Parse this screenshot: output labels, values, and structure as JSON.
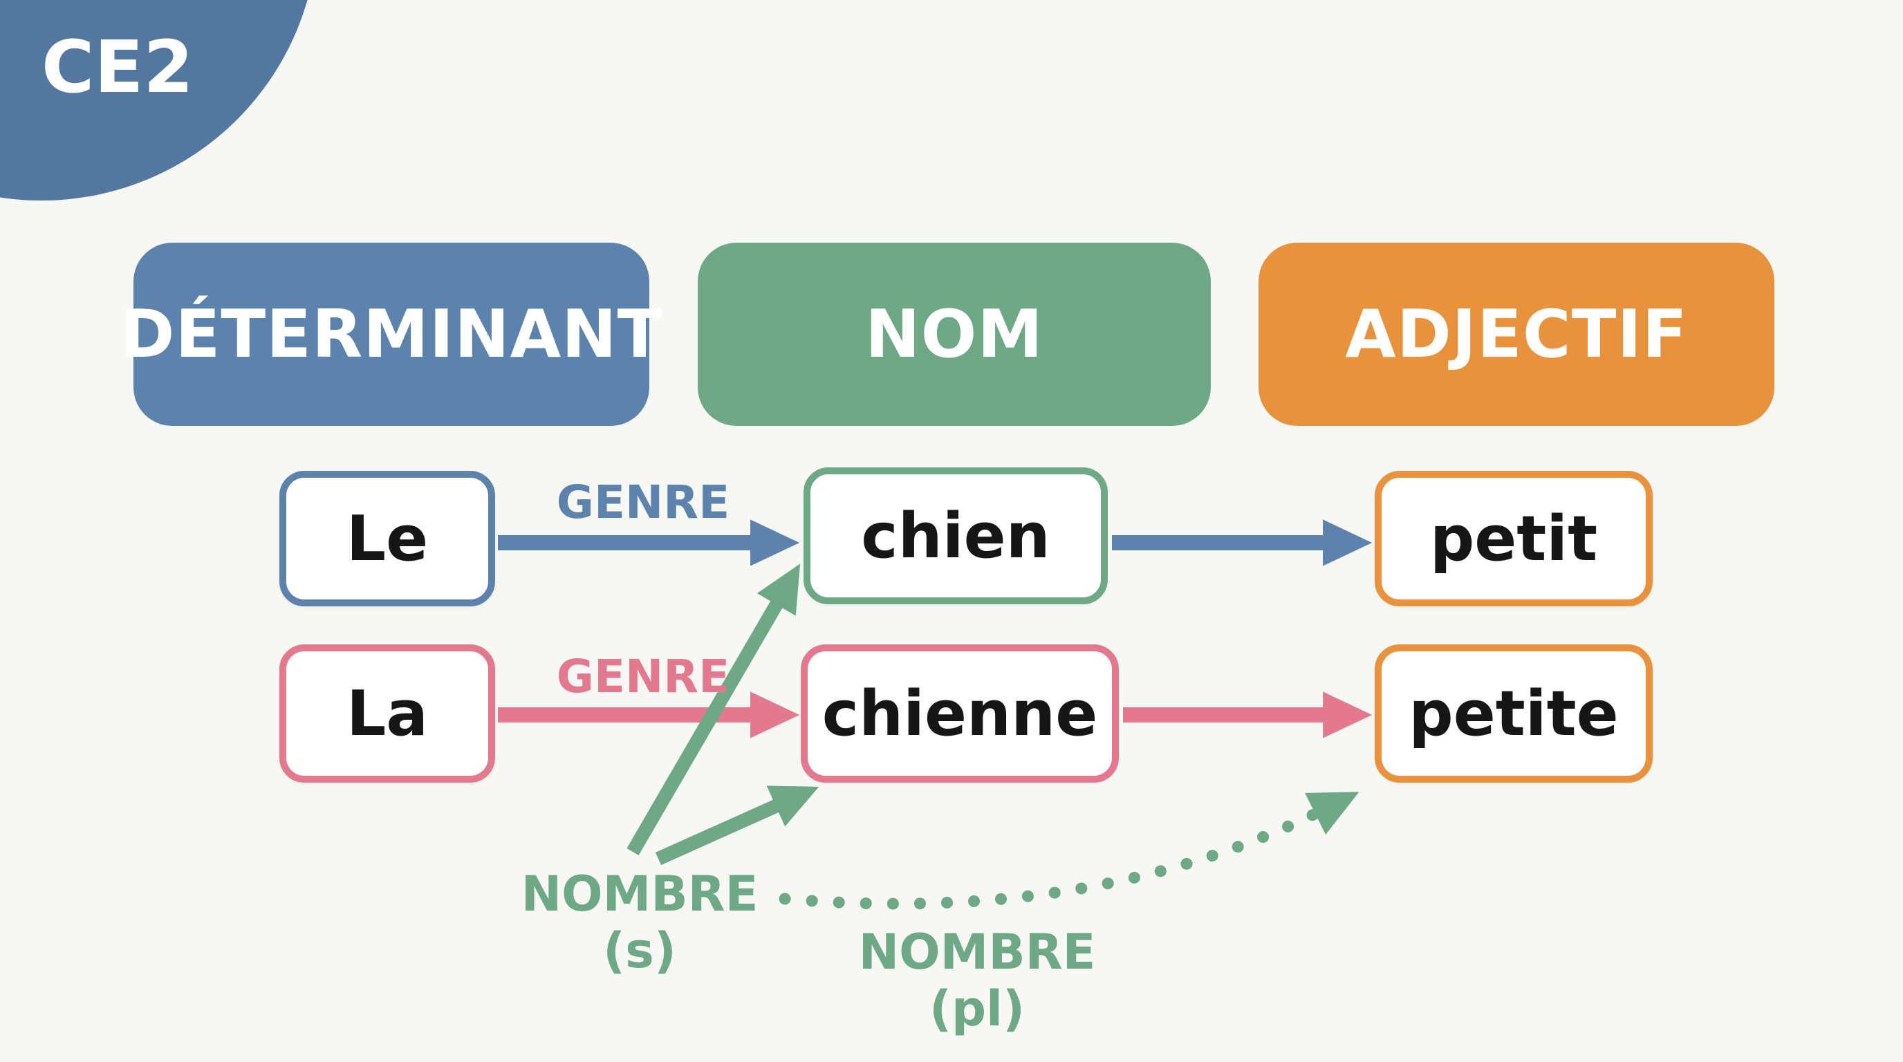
{
  "badge": {
    "label": "CE2"
  },
  "headers": {
    "determinant": {
      "label": "DÉTERMINANT",
      "color": "#5d83ad"
    },
    "nom": {
      "label": "NOM",
      "color": "#6ea886"
    },
    "adjectif": {
      "label": "ADJECTIF",
      "color": "#e8923d"
    }
  },
  "rows": [
    {
      "determinant": "Le",
      "genre_label": "GENRE",
      "nom": "chien",
      "adjectif": "petit",
      "arrow_color": "#5d83ad"
    },
    {
      "determinant": "La",
      "genre_label": "GENRE",
      "nom": "chienne",
      "adjectif": "petite",
      "arrow_color": "#e2798f"
    }
  ],
  "annotations": {
    "nombre_singular": "NOMBRE (s)",
    "nombre_plural": "NOMBRE (pl)",
    "color": "#6ea886"
  },
  "colors": {
    "background": "#f7f7f4",
    "badge_circle": "#54779f",
    "blue": "#5d83ad",
    "green": "#6ea886",
    "orange": "#e8923d",
    "pink": "#e2798f",
    "box_text": "#161616",
    "header_text": "#ffffff"
  }
}
